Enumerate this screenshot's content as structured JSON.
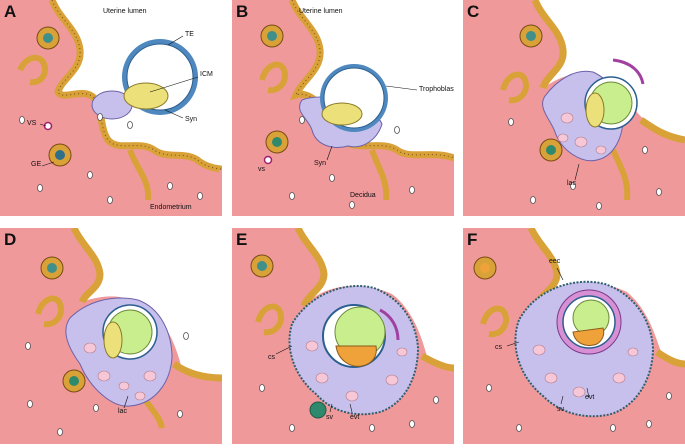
{
  "colors": {
    "tissue": "#f0999b",
    "epithelium": "#d9a238",
    "syncytio": "#c7c0ec",
    "icm": "#ece07a",
    "cavity": "#c9ee8e",
    "te": "#4e88bf",
    "nucleus": "#2f8a6d"
  },
  "panels": [
    {
      "label": "A",
      "annotations": {
        "lumen": "Uterine lumen",
        "te": "TE",
        "icm": "ICM",
        "syn": "Syn",
        "vs": "VS",
        "ge": "GE",
        "endo": "Endometrium"
      }
    },
    {
      "label": "B",
      "annotations": {
        "lumen": "Uterine lumen",
        "tropho": "Trophoblast",
        "syn": "Syn",
        "vs": "vs",
        "decidua": "Decidua"
      }
    },
    {
      "label": "C",
      "annotations": {
        "lac": "lac"
      }
    },
    {
      "label": "D",
      "annotations": {
        "lac": "lac"
      }
    },
    {
      "label": "E",
      "annotations": {
        "cs": "cs",
        "sv": "sv",
        "evt": "evt"
      }
    },
    {
      "label": "F",
      "annotations": {
        "eec": "eec",
        "cs": "cs",
        "sv": "sv",
        "evt": "evt"
      }
    }
  ]
}
